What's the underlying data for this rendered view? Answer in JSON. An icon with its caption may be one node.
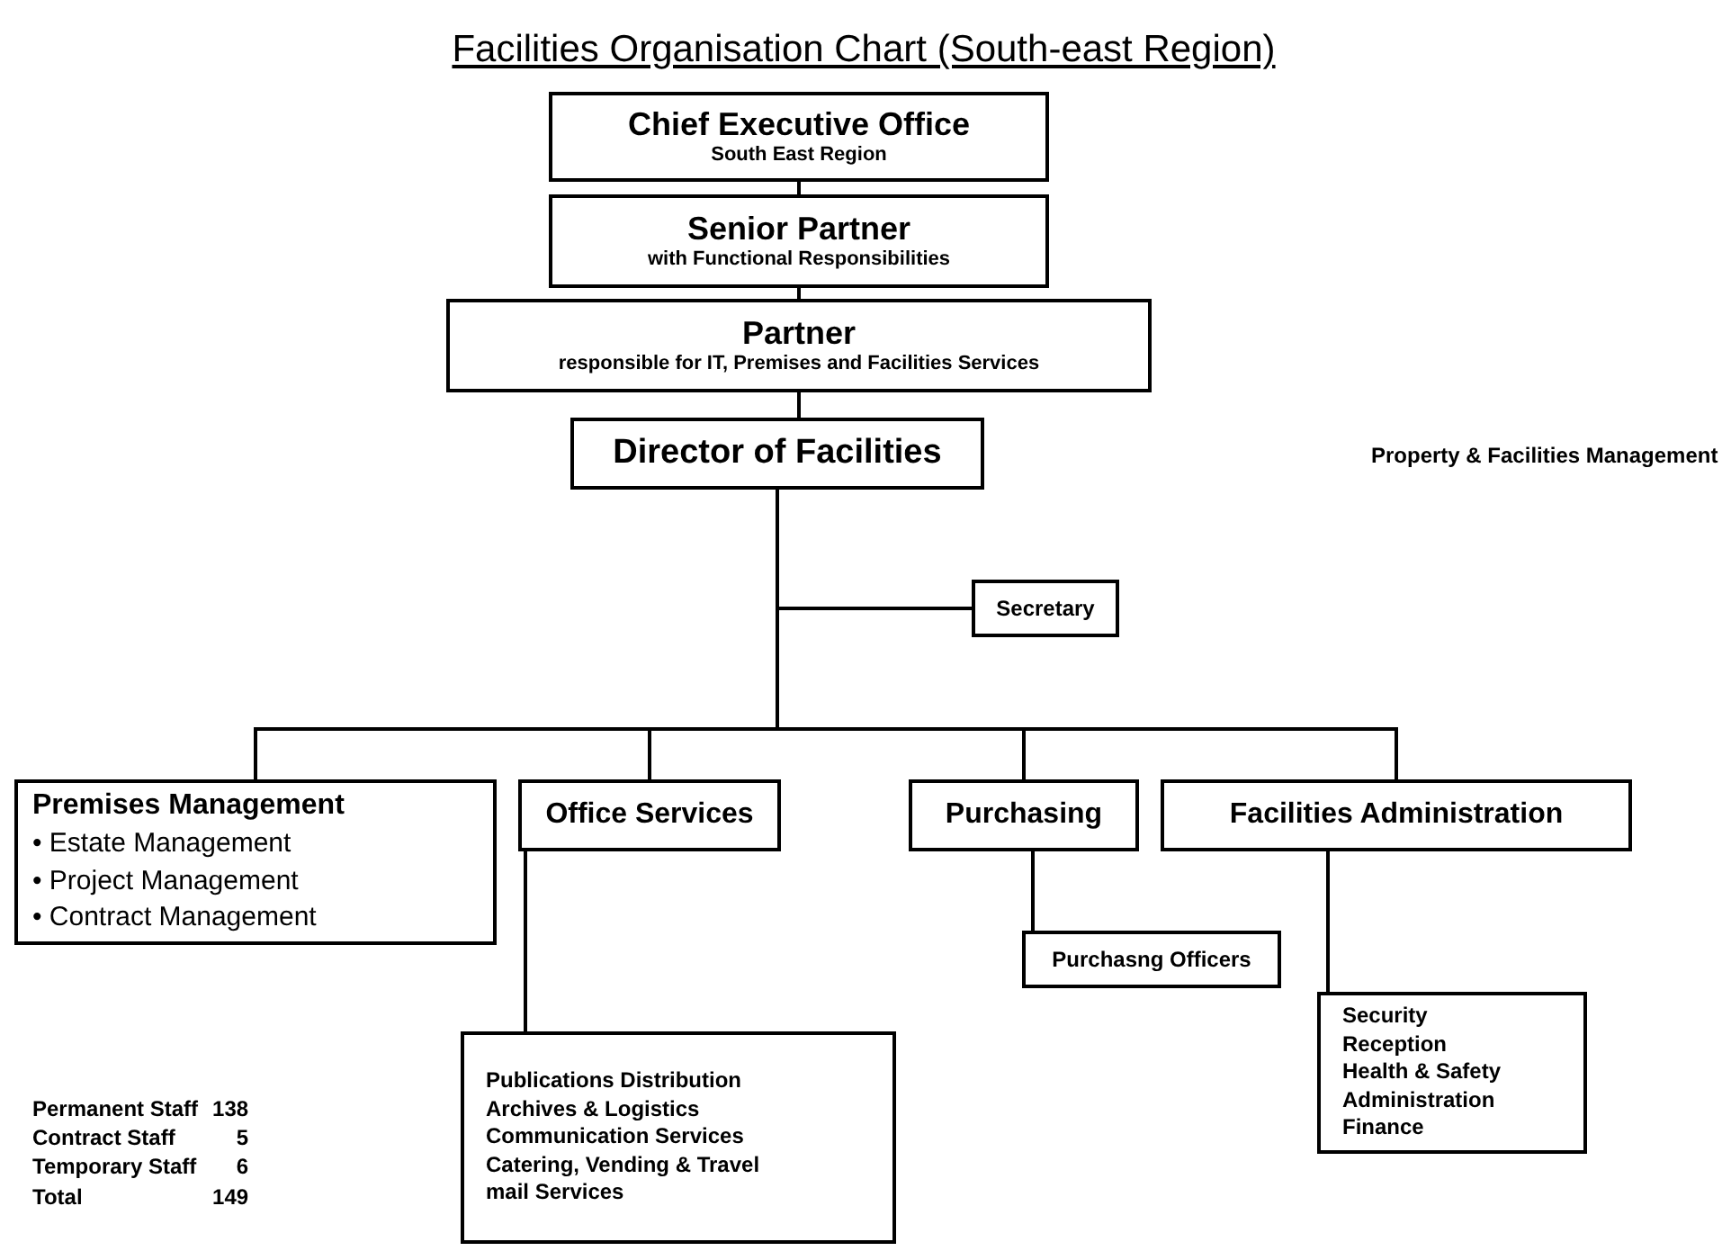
{
  "diagram": {
    "title": "Facilities Organisation Chart (South-east Region)",
    "nodes": [
      {
        "text": [
          "Chief Executive Office",
          "South East Region"
        ]
      },
      {
        "text": [
          "Senior Partner",
          "with Functional Responsibilities"
        ]
      },
      {
        "text": [
          "Partner",
          "responsible for IT, Premises and Facilities Services"
        ]
      },
      {
        "text": [
          "Director of Facilities"
        ]
      },
      {
        "text": [
          "Secretary"
        ]
      },
      {
        "text": [
          "Premises Management",
          "• Estate Management",
          "• Project Management",
          "• Contract Management"
        ]
      },
      {
        "text": [
          "Office Services"
        ]
      },
      {
        "text": [
          "Purchasing"
        ]
      },
      {
        "text": [
          "Facilities Administration"
        ]
      },
      {
        "text": [
          "Purchasng Officers"
        ]
      },
      {
        "text": [
          "Publications Distribution",
          "Archives & Logistics",
          "Communication Services",
          "Catering, Vending & Travel",
          "mail Services"
        ]
      },
      {
        "text": [
          "Security",
          "Reception",
          "Health & Safety",
          "Administration",
          "Finance"
        ]
      }
    ],
    "edges": [
      {
        "from": 0,
        "to": 1,
        "arrow": "none"
      },
      {
        "from": 1,
        "to": 2,
        "arrow": "none"
      },
      {
        "from": 2,
        "to": 3,
        "arrow": "none"
      },
      {
        "from": 3,
        "to": 4,
        "arrow": "none"
      },
      {
        "from": 3,
        "to": 5,
        "arrow": "none"
      },
      {
        "from": 3,
        "to": 6,
        "arrow": "none"
      },
      {
        "from": 3,
        "to": 7,
        "arrow": "none"
      },
      {
        "from": 3,
        "to": 8,
        "arrow": "none"
      },
      {
        "from": 6,
        "to": 10,
        "arrow": "none"
      },
      {
        "from": 7,
        "to": 9,
        "arrow": "none"
      },
      {
        "from": 8,
        "to": 11,
        "arrow": "none"
      }
    ],
    "labels": [
      "Property & Facilities Management",
      "Permanent Staff",
      "138",
      "Contract Staff",
      "5",
      "Temporary Staff",
      "6",
      "Total",
      "149"
    ]
  }
}
